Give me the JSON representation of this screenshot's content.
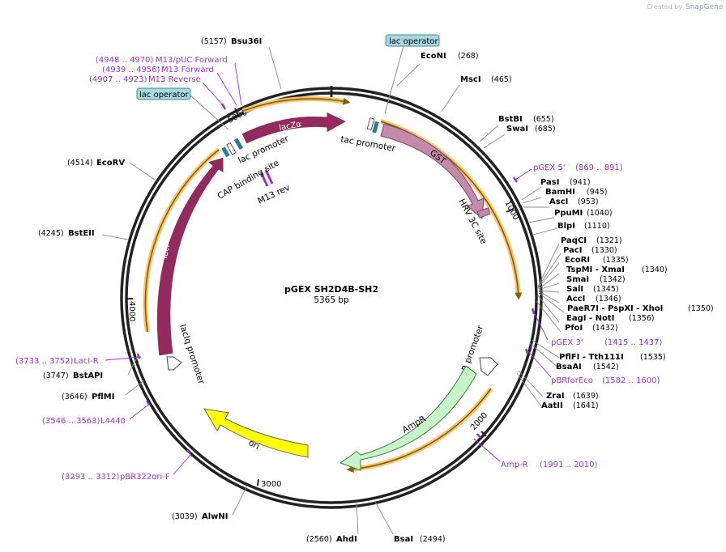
{
  "credit": {
    "prefix": "Created by",
    "brand": "SnapGene"
  },
  "plasmid": {
    "name": "pGEX SH2D4B-SH2",
    "length_label": "5365 bp"
  },
  "ticks": [
    "1000",
    "2000",
    "3000",
    "4000",
    "5000"
  ],
  "sites_right": [
    {
      "name": "EcoNI",
      "pos": "(268)"
    },
    {
      "name": "MscI",
      "pos": "(465)"
    },
    {
      "name": "BstBI",
      "pos": "(655)"
    },
    {
      "name": "SwaI",
      "pos": "(685)"
    },
    {
      "name": "PasI",
      "pos": "(941)"
    },
    {
      "name": "BamHI",
      "pos": "(945)"
    },
    {
      "name": "AscI",
      "pos": "(953)"
    },
    {
      "name": "PpuMI",
      "pos": "(1040)"
    },
    {
      "name": "BlpI",
      "pos": "(1110)"
    },
    {
      "name": "PaqCI",
      "pos": "(1321)"
    },
    {
      "name": "PacI",
      "pos": "(1330)"
    },
    {
      "name": "EcoRI",
      "pos": "(1335)"
    },
    {
      "name": "TspMI - XmaI",
      "pos": "(1340)"
    },
    {
      "name": "SmaI",
      "pos": "(1342)"
    },
    {
      "name": "SalI",
      "pos": "(1345)"
    },
    {
      "name": "AccI",
      "pos": "(1346)"
    },
    {
      "name": "PaeR7I - PspXI - XhoI",
      "pos": "(1350)"
    },
    {
      "name": "EagI - NotI",
      "pos": "(1356)"
    },
    {
      "name": "PfoI",
      "pos": "(1432)"
    },
    {
      "name": "PflFI - Tth111I",
      "pos": "(1535)"
    },
    {
      "name": "BsaAI",
      "pos": "(1542)"
    },
    {
      "name": "ZraI",
      "pos": "(1639)"
    },
    {
      "name": "AatII",
      "pos": "(1641)"
    },
    {
      "name": "BsaI",
      "pos": "(2494)"
    }
  ],
  "sites_left": [
    {
      "name": "Bsu36I",
      "pos": "(5157)"
    },
    {
      "name": "EcoRV",
      "pos": "(4514)"
    },
    {
      "name": "BstEII",
      "pos": "(4245)"
    },
    {
      "name": "BstAPI",
      "pos": "(3747)"
    },
    {
      "name": "PflMI",
      "pos": "(3646)"
    },
    {
      "name": "AlwNI",
      "pos": "(3039)"
    },
    {
      "name": "AhdI",
      "pos": "(2560)"
    }
  ],
  "primers": [
    {
      "name": "M13/pUC Forward",
      "pos": "(4948 .. 4970)"
    },
    {
      "name": "M13 Forward",
      "pos": "(4939 .. 4956)"
    },
    {
      "name": "M13 Reverse",
      "pos": "(4907 .. 4923)"
    },
    {
      "name": "pGEX 5'",
      "pos": "(869 .. 891)"
    },
    {
      "name": "pGEX 3'",
      "pos": "(1415 .. 1437)"
    },
    {
      "name": "pBRforEco",
      "pos": "(1582 .. 1600)"
    },
    {
      "name": "Amp-R",
      "pos": "(1991 .. 2010)"
    },
    {
      "name": "LacI-R",
      "pos": "(3733 .. 3752)"
    },
    {
      "name": "L4440",
      "pos": "(3546 .. 3563)"
    },
    {
      "name": "pBR322ori-F",
      "pos": "(3293 .. 3312)"
    }
  ],
  "features": {
    "lac_operator": "lac operator",
    "tac_promoter": "tac promoter",
    "gst": "GST",
    "hrv": "HRV 3C site",
    "lac_promoter": "lac promoter",
    "cap": "CAP binding site",
    "m13rev": "M13 rev",
    "lacza": "lacZα",
    "laci": "lacI",
    "laciq": "lacIq promoter",
    "ampr_promoter": "AmpR promoter",
    "ampr": "AmpR",
    "ori": "ori"
  },
  "colors": {
    "laci": "#922a5e",
    "gst": "#c58aaa",
    "ampr": "#c8f5c8",
    "ori": "#ffff00",
    "primer": "#9b30d0",
    "operator_box": "#a8d8e0",
    "highlight": "#f6c36a"
  }
}
